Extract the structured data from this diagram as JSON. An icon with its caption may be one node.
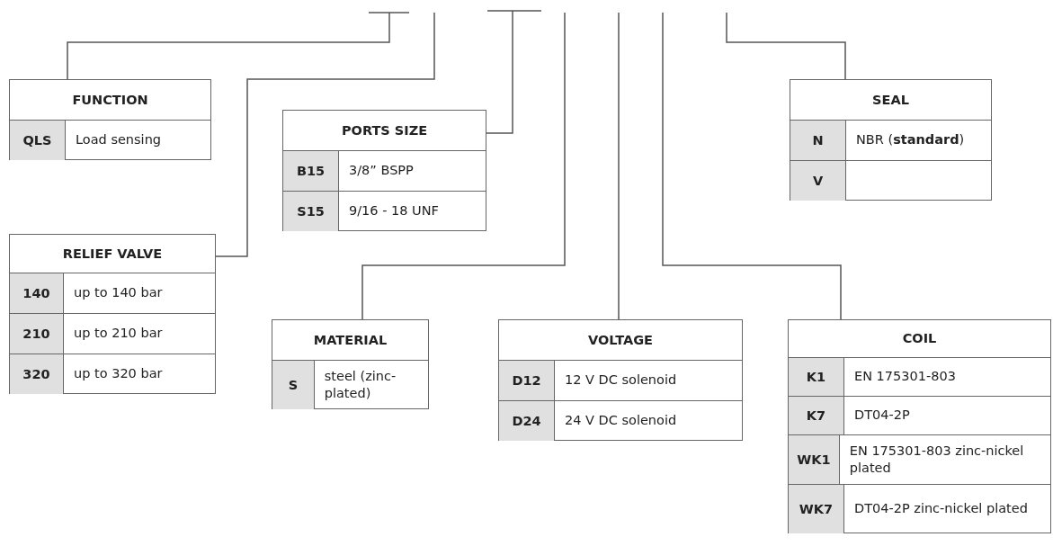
{
  "diagram": {
    "nodes": [
      {
        "text": [
          "FUNCTION"
        ]
      },
      {
        "text": [
          "QLS",
          "Load sensing"
        ],
        "in": 0
      },
      {
        "text": [
          "SEAL"
        ]
      },
      {
        "text": [
          "N",
          "NBR (**standard**)"
        ],
        "in": 2
      },
      {
        "text": [
          "V"
        ],
        "in": 2
      },
      {
        "text": [
          "PORTS SIZE"
        ]
      },
      {
        "text": [
          "B15",
          "3/8” BSPP"
        ],
        "in": 5
      },
      {
        "text": [
          "S15",
          "9/16 - 18 UNF"
        ],
        "in": 5
      },
      {
        "text": [
          "RELIEF VALVE"
        ]
      },
      {
        "text": [
          "140",
          "up to 140 bar"
        ],
        "in": 8
      },
      {
        "text": [
          "210",
          "up to 210 bar"
        ],
        "in": 8
      },
      {
        "text": [
          "320",
          "up to 320 bar"
        ],
        "in": 8
      },
      {
        "text": [
          "MATERIAL"
        ]
      },
      {
        "text": [
          "S",
          "steel (zinc-plated)"
        ],
        "in": 12
      },
      {
        "text": [
          "VOLTAGE"
        ]
      },
      {
        "text": [
          "D12",
          "12 V DC solenoid"
        ],
        "in": 14
      },
      {
        "text": [
          "D24",
          "24 V DC solenoid"
        ],
        "in": 14
      },
      {
        "text": [
          "COIL"
        ]
      },
      {
        "text": [
          "K1",
          "EN 175301-803"
        ],
        "in": 17
      },
      {
        "text": [
          "K7",
          "DT04-2P"
        ],
        "in": 17
      },
      {
        "text": [
          "WK1",
          "EN 175301-803 zinc-nickel plated"
        ],
        "in": 17
      },
      {
        "text": [
          "WK7",
          "DT04-2P zinc-nickel plated"
        ],
        "in": 17
      }
    ],
    "edges": [
      {
        "from": null,
        "to": 0,
        "arrow": "none"
      },
      {
        "from": null,
        "to": 8,
        "arrow": "none"
      },
      {
        "from": null,
        "to": 5,
        "arrow": "none"
      },
      {
        "from": null,
        "to": 12,
        "arrow": "none"
      },
      {
        "from": null,
        "to": 14,
        "arrow": "none"
      },
      {
        "from": null,
        "to": 17,
        "arrow": "none"
      },
      {
        "from": null,
        "to": 2,
        "arrow": "none"
      }
    ]
  }
}
